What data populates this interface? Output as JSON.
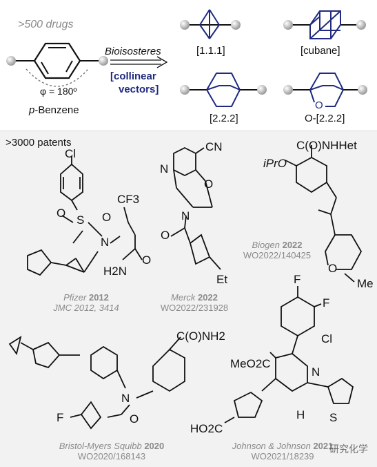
{
  "header": {
    "drug_count": ">500 drugs",
    "bioisosteres": "Bioisosteres",
    "vector_note_line1": "[collinear",
    "vector_note_line2": "vectors]",
    "angle": "φ = 180º",
    "benzene_prefix": "p",
    "benzene_label": "-Benzene",
    "bioisostere_labels": [
      "[1.1.1]",
      "[cubane]",
      "[2.2.2]",
      "O-[2.2.2]"
    ]
  },
  "patents": {
    "count": ">3000 patents",
    "entries": [
      {
        "company": "Pfizer",
        "year": "2012",
        "ref": "JMC 2012, 3414"
      },
      {
        "company": "Merck",
        "year": "2022",
        "ref": "WO2022/231928"
      },
      {
        "company": "Biogen",
        "year": "2022",
        "ref": "WO2022/140425"
      },
      {
        "company": "Bristol-Myers Squibb",
        "year": "2020",
        "ref": "WO2020/168143"
      },
      {
        "company": "Johnson & Johnson",
        "year": "2021",
        "ref": "WO2021/18239"
      }
    ]
  },
  "atoms": {
    "cl": "Cl",
    "f3": "CF3",
    "o": "O",
    "s": "S",
    "n": "N",
    "h2n": "H2N",
    "cn": "CN",
    "et": "Et",
    "ipro": "iPrO",
    "conhhet": "C(O)NHHet",
    "me": "Me",
    "conh2": "C(O)NH2",
    "f": "F",
    "meo2c": "MeO2C",
    "h": "H",
    "ho2c": "HO2C",
    "nh": "N"
  },
  "watermark": "研究化学",
  "colors": {
    "accent": "#1f2a80",
    "panel": "#f2f2f2",
    "caption_grey": "#8a8a8a"
  }
}
